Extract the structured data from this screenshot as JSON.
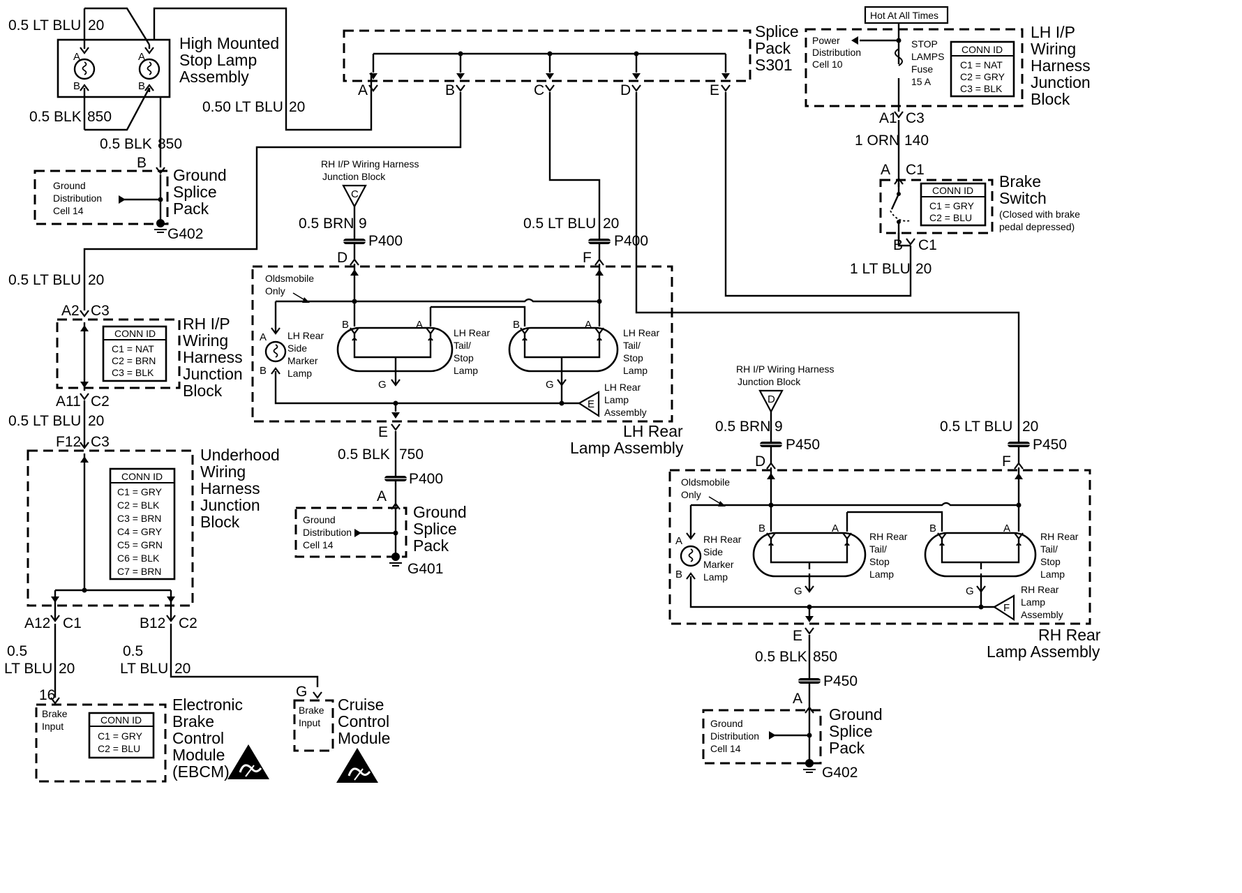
{
  "hmsl": {
    "title": [
      "High Mounted",
      "Stop Lamp",
      "Assembly"
    ],
    "wire_top": "0.5 LT BLU",
    "wire_top_num": "20",
    "wire_bot": "0.5 BLK",
    "wire_bot_num": "850",
    "pin_a": "A",
    "pin_b": "B"
  },
  "wire_hmsl_out": {
    "label": "0.5 BLK",
    "num": "850"
  },
  "wire_050": {
    "label": "0.50 LT BLU",
    "num": "20"
  },
  "splice_pack": {
    "title": [
      "Splice",
      "Pack",
      "S301"
    ],
    "pins": [
      "A",
      "B",
      "C",
      "D",
      "E"
    ]
  },
  "ground_top": {
    "pin": "B",
    "text": [
      "Ground",
      "Distribution",
      "Cell 14"
    ],
    "title": [
      "Ground",
      "Splice",
      "Pack"
    ],
    "ground": "G402"
  },
  "hot": {
    "label": "Hot At All Times"
  },
  "lh_ip": {
    "title": [
      "LH I/P",
      "Wiring",
      "Harness",
      "Junction",
      "Block"
    ],
    "pdc": [
      "Power",
      "Distribution",
      "Cell 10"
    ],
    "fuse": [
      "STOP",
      "LAMPS",
      "Fuse",
      "15 A"
    ],
    "conn_title": "CONN ID",
    "conn": [
      "C1 = NAT",
      "C2 = GRY",
      "C3 = BLK"
    ],
    "pin_left": "A1",
    "pin_right": "C3"
  },
  "wire_orn": {
    "label": "1 ORN",
    "num": "140"
  },
  "brake_switch": {
    "pin_top_a": "A",
    "pin_top_c": "C1",
    "title": [
      "Brake",
      "Switch"
    ],
    "note": [
      "(Closed with brake",
      "pedal depressed)"
    ],
    "conn_title": "CONN ID",
    "conn": [
      "C1 = GRY",
      "C2 = BLU"
    ],
    "pin_bot_b": "B",
    "pin_bot_c": "C1"
  },
  "wire_1ltblu": {
    "label": "1 LT BLU",
    "num": "20"
  },
  "rh_ip": {
    "wire_above": "0.5 LT BLU",
    "wire_above_num": "20",
    "pin_top_l": "A2",
    "pin_top_r": "C3",
    "title": [
      "RH I/P",
      "Wiring",
      "Harness",
      "Junction",
      "Block"
    ],
    "conn_title": "CONN ID",
    "conn": [
      "C1 = NAT",
      "C2 = BRN",
      "C3 = BLK"
    ],
    "pin_bot_l": "A11",
    "pin_bot_r": "C2"
  },
  "wire_mid_left": {
    "label": "0.5 LT BLU",
    "num": "20"
  },
  "underhood": {
    "pin_top_l": "F12",
    "pin_top_r": "C3",
    "title": [
      "Underhood",
      "Wiring",
      "Harness",
      "Junction",
      "Block"
    ],
    "conn_title": "CONN ID",
    "conn": [
      "C1 = GRY",
      "C2 = BLK",
      "C3 = BRN",
      "C4 = GRY",
      "C5 = GRN",
      "C6 = BLK",
      "C7 = BRN"
    ],
    "pin_a12": "A12",
    "pin_c1": "C1",
    "pin_b12": "B12",
    "pin_c2": "C2"
  },
  "wire_ebcm": {
    "l1": "0.5",
    "l2": "LT BLU",
    "num": "20"
  },
  "wire_ccm": {
    "l1": "0.5",
    "l2": "LT BLU",
    "num": "20"
  },
  "ebcm": {
    "pin": "16",
    "input": [
      "Brake",
      "Input"
    ],
    "conn_title": "CONN ID",
    "conn": [
      "C1 = GRY",
      "C2 = BLU"
    ],
    "title": [
      "Electronic",
      "Brake",
      "Control",
      "Module",
      "(EBCM)"
    ]
  },
  "ccm": {
    "pin": "G",
    "input": [
      "Brake",
      "Input"
    ],
    "title": [
      "Cruise",
      "Control",
      "Module"
    ]
  },
  "lh_lamp": {
    "jb": [
      "RH I/P Wiring Harness",
      "Junction Block"
    ],
    "jb_letter": "C",
    "wire_l": "0.5 BRN",
    "wire_l_num": "9",
    "conn_l": "P400",
    "pin_d": "D",
    "wire_r": "0.5 LT BLU",
    "wire_r_num": "20",
    "conn_r": "P400",
    "pin_f": "F",
    "olds": [
      "Oldsmobile",
      "Only"
    ],
    "side": [
      "LH Rear",
      "Side",
      "Marker",
      "Lamp"
    ],
    "tail1": [
      "LH Rear",
      "Tail/",
      "Stop",
      "Lamp"
    ],
    "tail2": [
      "LH Rear",
      "Tail/",
      "Stop",
      "Lamp"
    ],
    "lamp_e": [
      "LH Rear",
      "Lamp",
      "Assembly"
    ],
    "lamp_e_letter": "E",
    "pin_a": "A",
    "pin_b": "B",
    "pin_g": "G",
    "title": [
      "LH Rear",
      "Lamp Assembly"
    ],
    "pin_e": "E",
    "wire_gnd": "0.5 BLK",
    "wire_gnd_num": "750",
    "conn_gnd": "P400"
  },
  "ground_lh": {
    "pin": "A",
    "text": [
      "Ground",
      "Distribution",
      "Cell 14"
    ],
    "title": [
      "Ground",
      "Splice",
      "Pack"
    ],
    "ground": "G401"
  },
  "rh_lamp": {
    "jb": [
      "RH I/P Wiring Harness",
      "Junction Block"
    ],
    "jb_letter": "D",
    "wire_l": "0.5 BRN",
    "wire_l_num": "9",
    "conn_l": "P450",
    "pin_d": "D",
    "wire_r": "0.5 LT BLU",
    "wire_r_num": "20",
    "conn_r": "P450",
    "pin_f": "F",
    "olds": [
      "Oldsmobile",
      "Only"
    ],
    "side": [
      "RH Rear",
      "Side",
      "Marker",
      "Lamp"
    ],
    "tail1": [
      "RH Rear",
      "Tail/",
      "Stop",
      "Lamp"
    ],
    "tail2": [
      "RH Rear",
      "Tail/",
      "Stop",
      "Lamp"
    ],
    "lamp_f": [
      "RH Rear",
      "Lamp",
      "Assembly"
    ],
    "lamp_f_letter": "F",
    "pin_a": "A",
    "pin_b": "B",
    "pin_g": "G",
    "title": [
      "RH Rear",
      "Lamp Assembly"
    ],
    "pin_e": "E",
    "wire_gnd": "0.5 BLK",
    "wire_gnd_num": "850",
    "conn_gnd": "P450"
  },
  "ground_rh": {
    "pin": "A",
    "text": [
      "Ground",
      "Distribution",
      "Cell 14"
    ],
    "title": [
      "Ground",
      "Splice",
      "Pack"
    ],
    "ground": "G402"
  }
}
